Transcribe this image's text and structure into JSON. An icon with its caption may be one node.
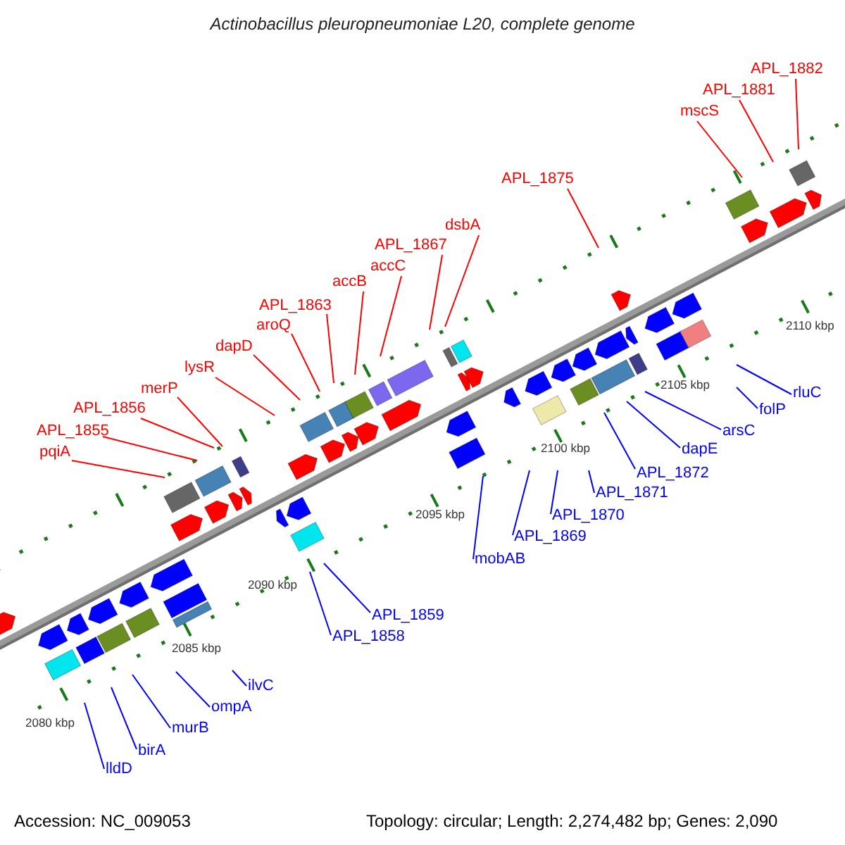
{
  "diagram": {
    "title": "Actinobacillus pleuropneumoniae L20, complete genome",
    "nodes": [
      {
        "text": [
          "pqiA"
        ]
      },
      {
        "text": [
          "APL_1855"
        ]
      },
      {
        "text": [
          "APL_1856"
        ]
      },
      {
        "text": [
          "merP"
        ]
      },
      {
        "text": [
          "lysR"
        ]
      },
      {
        "text": [
          "dapD"
        ]
      },
      {
        "text": [
          "aroQ"
        ]
      },
      {
        "text": [
          "APL_1863"
        ]
      },
      {
        "text": [
          "accB"
        ]
      },
      {
        "text": [
          "accC"
        ]
      },
      {
        "text": [
          "APL_1867"
        ]
      },
      {
        "text": [
          "dsbA"
        ]
      },
      {
        "text": [
          "APL_1875"
        ]
      },
      {
        "text": [
          "mscS"
        ]
      },
      {
        "text": [
          "APL_1881"
        ]
      },
      {
        "text": [
          "APL_1882"
        ]
      },
      {
        "text": [
          "lldD"
        ]
      },
      {
        "text": [
          "birA"
        ]
      },
      {
        "text": [
          "murB"
        ]
      },
      {
        "text": [
          "ompA"
        ]
      },
      {
        "text": [
          "ilvC"
        ]
      },
      {
        "text": [
          "APL_1858"
        ]
      },
      {
        "text": [
          "APL_1859"
        ]
      },
      {
        "text": [
          "mobAB"
        ]
      },
      {
        "text": [
          "APL_1869"
        ]
      },
      {
        "text": [
          "APL_1870"
        ]
      },
      {
        "text": [
          "APL_1871"
        ]
      },
      {
        "text": [
          "APL_1872"
        ]
      },
      {
        "text": [
          "dapE"
        ]
      },
      {
        "text": [
          "arsC"
        ]
      },
      {
        "text": [
          "folP"
        ]
      },
      {
        "text": [
          "rluC"
        ]
      }
    ],
    "edges": [
      {
        "from": 0,
        "to": null,
        "arrow": "none",
        "color": "#ff0000"
      },
      {
        "from": 1,
        "to": null,
        "arrow": "none",
        "color": "#ff0000"
      },
      {
        "from": 2,
        "to": null,
        "arrow": "none",
        "color": "#ff0000"
      },
      {
        "from": 3,
        "to": null,
        "arrow": "none",
        "color": "#ff0000"
      },
      {
        "from": 4,
        "to": null,
        "arrow": "none",
        "color": "#ff0000"
      },
      {
        "from": 5,
        "to": null,
        "arrow": "none",
        "color": "#ff0000"
      },
      {
        "from": 6,
        "to": null,
        "arrow": "none",
        "color": "#ff0000"
      },
      {
        "from": 7,
        "to": null,
        "arrow": "none",
        "color": "#ff0000"
      },
      {
        "from": 8,
        "to": null,
        "arrow": "none",
        "color": "#ff0000"
      },
      {
        "from": 9,
        "to": null,
        "arrow": "none",
        "color": "#ff0000"
      },
      {
        "from": 10,
        "to": null,
        "arrow": "none",
        "color": "#ff0000"
      },
      {
        "from": 11,
        "to": null,
        "arrow": "none",
        "color": "#ff0000"
      },
      {
        "from": 12,
        "to": null,
        "arrow": "none",
        "color": "#ff0000"
      },
      {
        "from": 13,
        "to": null,
        "arrow": "none",
        "color": "#ff0000"
      },
      {
        "from": 14,
        "to": null,
        "arrow": "none",
        "color": "#ff0000"
      },
      {
        "from": 15,
        "to": null,
        "arrow": "none",
        "color": "#ff0000"
      },
      {
        "from": 16,
        "to": null,
        "arrow": "none",
        "color": "#0000ff"
      },
      {
        "from": 17,
        "to": null,
        "arrow": "none",
        "color": "#0000ff"
      },
      {
        "from": 18,
        "to": null,
        "arrow": "none",
        "color": "#0000ff"
      },
      {
        "from": 19,
        "to": null,
        "arrow": "none",
        "color": "#0000ff"
      },
      {
        "from": 20,
        "to": null,
        "arrow": "none",
        "color": "#0000ff"
      },
      {
        "from": 21,
        "to": null,
        "arrow": "none",
        "color": "#0000ff"
      },
      {
        "from": 22,
        "to": null,
        "arrow": "none",
        "color": "#0000ff"
      },
      {
        "from": 23,
        "to": null,
        "arrow": "none",
        "color": "#0000ff"
      },
      {
        "from": 24,
        "to": null,
        "arrow": "none",
        "color": "#0000ff"
      },
      {
        "from": 25,
        "to": null,
        "arrow": "none",
        "color": "#0000ff"
      },
      {
        "from": 26,
        "to": null,
        "arrow": "none",
        "color": "#0000ff"
      },
      {
        "from": 27,
        "to": null,
        "arrow": "none",
        "color": "#0000ff"
      },
      {
        "from": 28,
        "to": null,
        "arrow": "none",
        "color": "#0000ff"
      },
      {
        "from": 29,
        "to": null,
        "arrow": "none",
        "color": "#0000ff"
      },
      {
        "from": 30,
        "to": null,
        "arrow": "none",
        "color": "#0000ff"
      },
      {
        "from": 31,
        "to": null,
        "arrow": "none",
        "color": "#0000ff"
      }
    ],
    "labels": [
      "2110 kbp",
      "2105 kbp",
      "2100 kbp",
      "2095 kbp",
      "2090 kbp",
      "2085 kbp",
      "2080 kbp",
      "Accession: NC_009053",
      "Topology: circular; Length: 2,274,482 bp; Genes: 2,090"
    ]
  }
}
